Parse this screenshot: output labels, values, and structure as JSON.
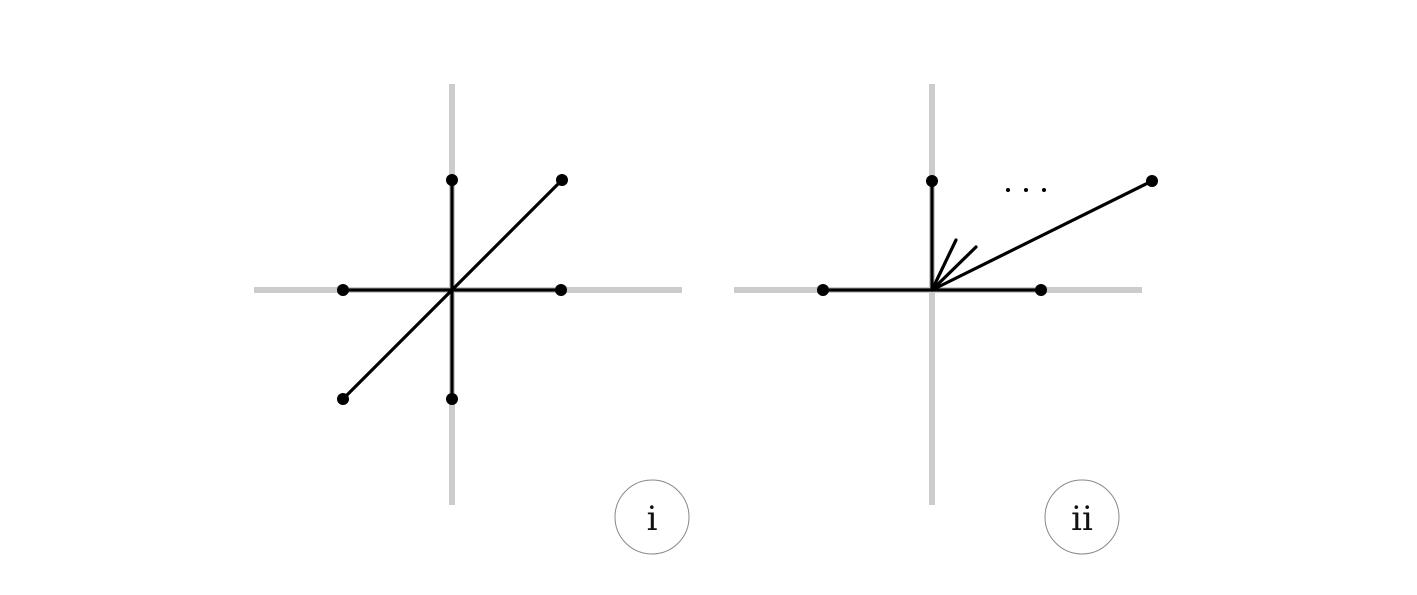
{
  "panels": [
    {
      "id": "i",
      "label": "i"
    },
    {
      "id": "ii",
      "label": "ii",
      "ellipsis": "..."
    }
  ],
  "colors": {
    "axis": "#cccccc",
    "segment": "#000000",
    "label_border": "#888888"
  }
}
